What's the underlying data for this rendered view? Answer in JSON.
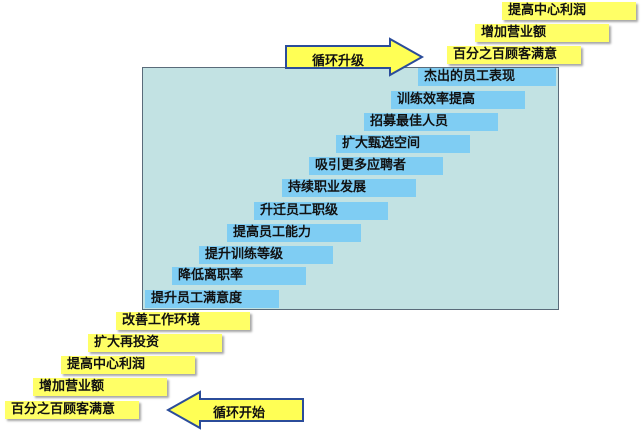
{
  "colors": {
    "outer_step": "#ffff66",
    "inner_step": "#7fcdf3",
    "frame_bg": "#c2e2e3",
    "arrow_fill": "#ffff55",
    "arrow_stroke": "#2b4c9a"
  },
  "cycle_start": {
    "label": "循环开始",
    "steps": [
      "百分之百顾客满意",
      "增加营业额",
      "提高中心利润",
      "扩大再投资",
      "改善工作环境"
    ]
  },
  "inner_steps": [
    "提升员工满意度",
    "降低离职率",
    "提升训练等级",
    "提高员工能力",
    "升迁员工职级",
    "持续职业发展",
    "吸引更多应聘者",
    "扩大甄选空间",
    "招募最佳人员",
    "训练效率提高",
    "杰出的员工表现"
  ],
  "cycle_upgrade": {
    "label": "循环升级",
    "steps": [
      "百分之百顾客满意",
      "增加营业额",
      "提高中心利润"
    ]
  }
}
